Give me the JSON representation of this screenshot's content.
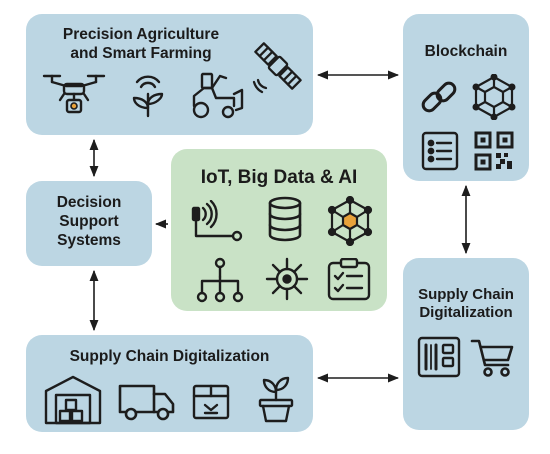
{
  "nodes": {
    "precision": {
      "title_line1": "Precision Agriculture",
      "title_line2": "and Smart Farming"
    },
    "blockchain": {
      "title": "Blockchain"
    },
    "decision": {
      "title_line1": "Decision",
      "title_line2": "Support",
      "title_line3": "Systems"
    },
    "center": {
      "title": "IoT, Big Data & AI"
    },
    "supply_right": {
      "title_line1": "Supply Chain",
      "title_line2": "Digitalization"
    },
    "supply_bottom": {
      "title": "Supply Chain Digitalization"
    }
  },
  "icons": {
    "precision": [
      "drone-icon",
      "plant-signal-icon",
      "tractor-icon",
      "satellite-icon"
    ],
    "blockchain": [
      "chain-link-icon",
      "network-cube-icon",
      "ledger-list-icon",
      "qr-code-icon"
    ],
    "center": [
      "sensor-signal-icon",
      "database-icon",
      "ai-network-icon",
      "hierarchy-icon",
      "virus-gear-icon",
      "checklist-icon"
    ],
    "supply_right": [
      "barcode-scanner-icon",
      "shopping-cart-icon"
    ],
    "supply_bottom": [
      "warehouse-icon",
      "delivery-truck-icon",
      "package-box-icon",
      "plant-pot-icon"
    ]
  },
  "colors": {
    "blue_box": "#bcd6e3",
    "green_box": "#c9e2c6",
    "stroke": "#1d1d1d",
    "accent_orange": "#e8a23a"
  }
}
